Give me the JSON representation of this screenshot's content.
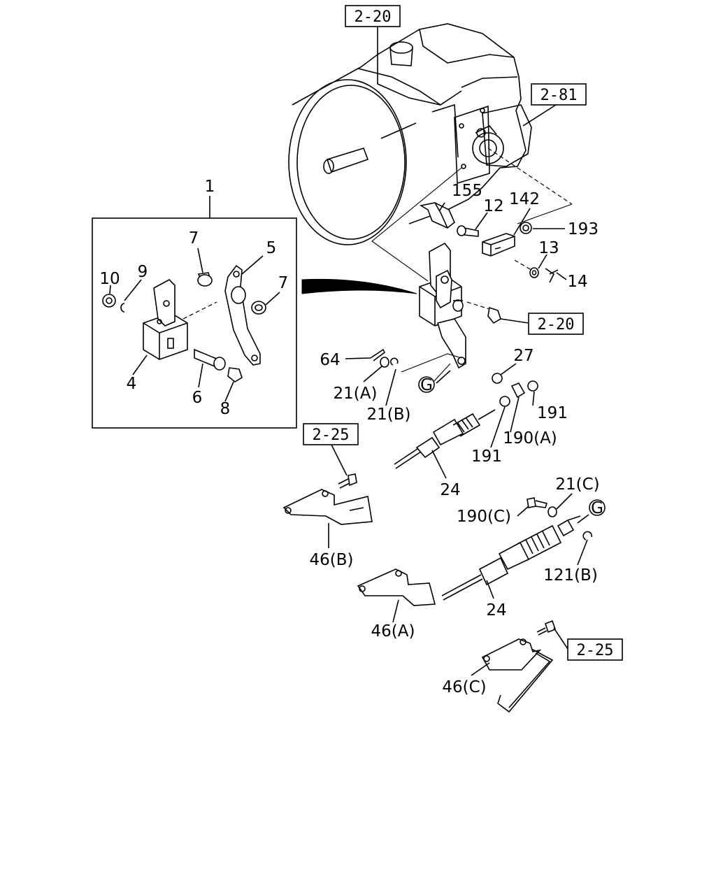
{
  "references": {
    "r_2_20_top": "2-20",
    "r_2_81": "2-81",
    "r_2_20_mid": "2-20",
    "r_2_25_left": "2-25",
    "r_2_25_right": "2-25"
  },
  "callouts": {
    "c1": "1",
    "c4": "4",
    "c5": "5",
    "c6": "6",
    "c7a": "7",
    "c7b": "7",
    "c8": "8",
    "c9": "9",
    "c10": "10",
    "c12": "12",
    "c13": "13",
    "c14": "14",
    "c142": "142",
    "c155": "155",
    "c193": "193",
    "c21a": "21(A)",
    "c21b": "21(B)",
    "c21c": "21(C)",
    "c24a": "24",
    "c24b": "24",
    "c27": "27",
    "c46a": "46(A)",
    "c46b": "46(B)",
    "c46c": "46(C)",
    "c64": "64",
    "c121b": "121(B)",
    "c190a": "190(A)",
    "c190c": "190(C)",
    "c191a": "191",
    "c191b": "191",
    "g1": "G",
    "g2": "G"
  }
}
